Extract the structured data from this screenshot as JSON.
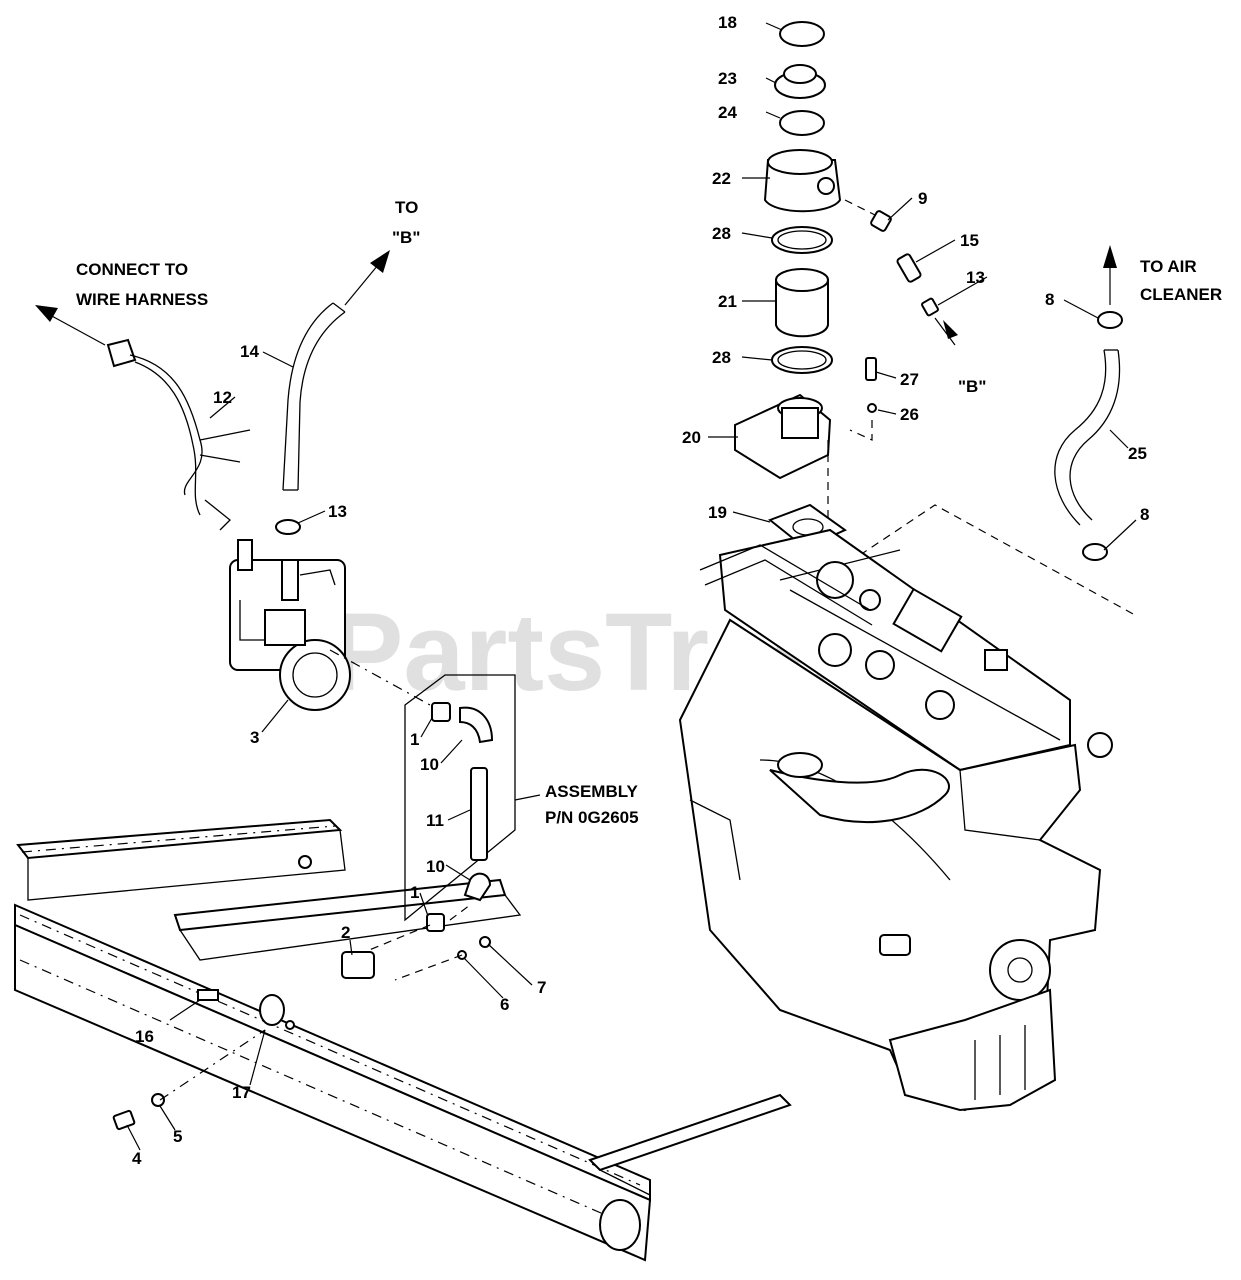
{
  "watermark": "PartsTree",
  "notes": {
    "connect_line1": "CONNECT TO",
    "connect_line2": "WIRE HARNESS",
    "to_b_line1": "TO",
    "to_b_line2": "\"B\"",
    "to_air_line1": "TO AIR",
    "to_air_line2": "CLEANER",
    "b_marker": "\"B\"",
    "assembly_line1": "ASSEMBLY",
    "assembly_line2": "P/N 0G2605"
  },
  "callouts": {
    "c1a": "1",
    "c1b": "1",
    "c2": "2",
    "c3": "3",
    "c4": "4",
    "c5": "5",
    "c6": "6",
    "c7": "7",
    "c8a": "8",
    "c8b": "8",
    "c9": "9",
    "c10a": "10",
    "c10b": "10",
    "c11": "11",
    "c12": "12",
    "c13a": "13",
    "c13b": "13",
    "c14": "14",
    "c15": "15",
    "c16": "16",
    "c17": "17",
    "c18": "18",
    "c19": "19",
    "c20": "20",
    "c21": "21",
    "c22": "22",
    "c23": "23",
    "c24": "24",
    "c25": "25",
    "c26": "26",
    "c27": "27",
    "c28a": "28",
    "c28b": "28"
  }
}
